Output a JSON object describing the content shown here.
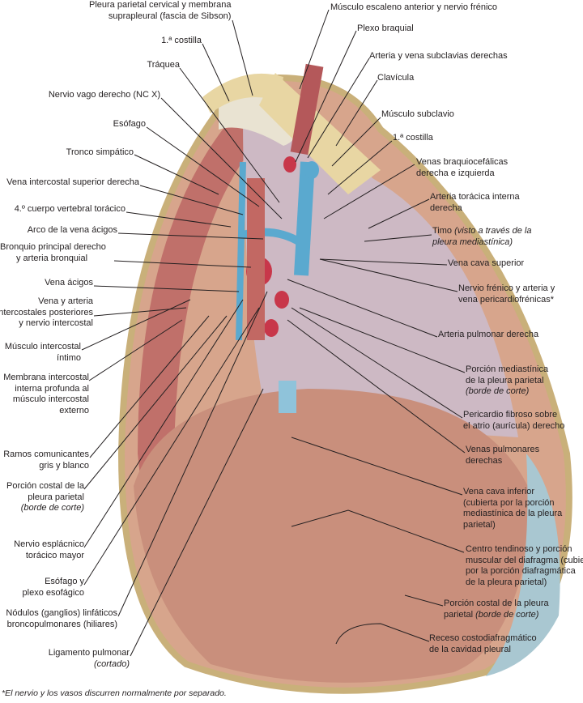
{
  "left_labels": [
    {
      "lines": [
        "Pleura parietal cervical y membrana",
        "suprapleural (fascia de Sibson)"
      ]
    },
    {
      "lines": [
        "1.ª costilla"
      ]
    },
    {
      "lines": [
        "Tráquea"
      ]
    },
    {
      "lines": [
        "Nervio vago derecho (NC X)"
      ]
    },
    {
      "lines": [
        "Esófago"
      ]
    },
    {
      "lines": [
        "Tronco simpático"
      ]
    },
    {
      "lines": [
        "Vena intercostal superior derecha"
      ]
    },
    {
      "lines": [
        "4.º cuerpo vertebral torácico"
      ]
    },
    {
      "lines": [
        "Arco de la vena ácigos"
      ]
    },
    {
      "lines": [
        "Bronquio principal derecho",
        "y arteria bronquial"
      ]
    },
    {
      "lines": [
        "Vena ácigos"
      ]
    },
    {
      "lines": [
        "Vena y arteria",
        "intercostales posteriores",
        "y nervio intercostal"
      ]
    },
    {
      "lines": [
        "Músculo intercostal",
        "íntimo"
      ]
    },
    {
      "lines": [
        "Membrana intercostal",
        "interna profunda al",
        "músculo intercostal",
        "externo"
      ]
    },
    {
      "lines": [
        "Ramos comunicantes",
        "gris y blanco"
      ]
    },
    {
      "lines": [
        "Porción costal de la",
        "pleura parietal",
        "(borde de corte)"
      ]
    },
    {
      "lines": [
        "Nervio esplácnico",
        "torácico mayor"
      ]
    },
    {
      "lines": [
        "Esófago y",
        "plexo esofágico"
      ]
    },
    {
      "lines": [
        "Nódulos (ganglios) linfáticos",
        "broncopulmonares (hiliares)"
      ]
    },
    {
      "lines": [
        "Ligamento pulmonar",
        "(cortado)"
      ]
    }
  ],
  "right_labels": [
    {
      "lines": [
        "Músculo escaleno anterior y nervio frénico"
      ]
    },
    {
      "lines": [
        "Plexo braquial"
      ]
    },
    {
      "lines": [
        "Arteria y vena subclavias derechas"
      ]
    },
    {
      "lines": [
        "Clavícula"
      ]
    },
    {
      "lines": [
        "Músculo subclavio"
      ]
    },
    {
      "lines": [
        "1.ª costilla"
      ]
    },
    {
      "lines": [
        "Venas braquiocefálicas",
        "derecha e izquierda"
      ]
    },
    {
      "lines": [
        "Arteria torácica interna",
        "derecha"
      ]
    },
    {
      "lines": [
        "Timo",
        "(visto a través de la",
        "pleura mediastínica)"
      ]
    },
    {
      "lines": [
        "Vena cava superior"
      ]
    },
    {
      "lines": [
        "Nervio frénico y arteria y",
        "vena pericardiofrénicas*"
      ]
    },
    {
      "lines": [
        "Arteria pulmonar derecha"
      ]
    },
    {
      "lines": [
        "Porción mediastínica",
        "de la pleura parietal",
        "(borde de corte)"
      ]
    },
    {
      "lines": [
        "Pericardio fibroso sobre",
        "el atrio (aurícula) derecho"
      ]
    },
    {
      "lines": [
        "Venas pulmonares",
        "derechas"
      ]
    },
    {
      "lines": [
        "Vena cava inferior",
        "(cubierta por la porción",
        "mediastínica de la pleura",
        "parietal)"
      ]
    },
    {
      "lines": [
        "Centro tendinoso y porción",
        "muscular del diafragma (cubiertos",
        "por la porción diafragmática",
        "de la pleura parietal)"
      ]
    },
    {
      "lines": [
        "Porción costal de la pleura",
        "parietal",
        "(borde de corte)"
      ]
    },
    {
      "lines": [
        "Receso costodiafragmático",
        "de la cavidad pleural"
      ]
    }
  ],
  "footnote": "*El nervio y los vasos discurren normalmente por separado.",
  "colors": {
    "vein": "#5aa9cf",
    "artery": "#c8374a",
    "bone": "#e8d6a3",
    "muscle": "#b4585a",
    "diaphragm": "#c98f7c",
    "line": "#231f20"
  }
}
